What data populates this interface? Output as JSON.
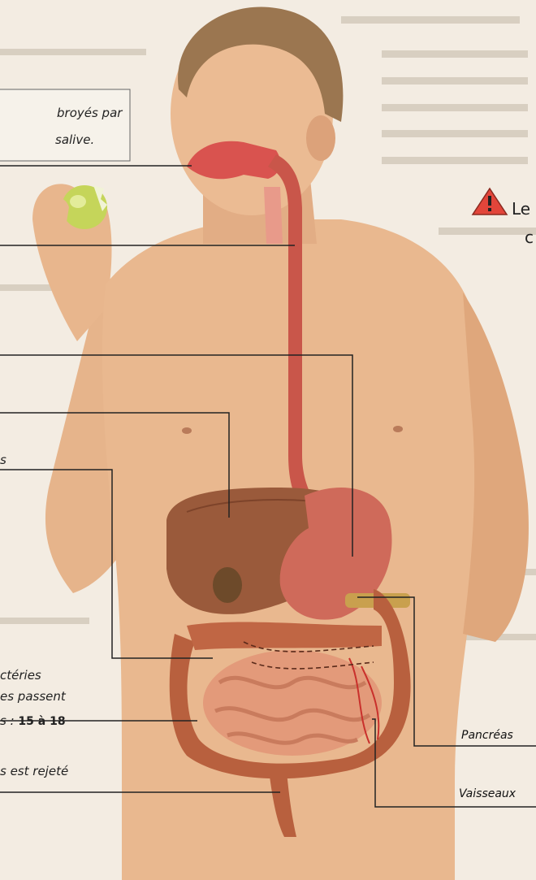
{
  "texts": {
    "bouche_line1": "broyés par",
    "bouche_line2": "salive.",
    "warning_line1": "Le",
    "warning_line2": "c",
    "cote_label": "s",
    "bacteries_line1": "ctéries",
    "bacteries_line2": "es passent",
    "bacteries_line3_prefix": "s :",
    "bacteries_line3_value": "15 à 18",
    "rejete": "s est rejeté",
    "pancreas": "Pancréas",
    "vaisseaux": "Vaisseaux"
  },
  "colors": {
    "skin": "#e9b88f",
    "skin_shadow": "#d49a70",
    "digestive": "#d9534f",
    "liver": "#9a5a3b",
    "intestine": "#c5704f",
    "small_intestine": "#e4a384",
    "apple": "#c8d85a",
    "warning": "#e2453a",
    "background_text": "#cfc6b7"
  }
}
